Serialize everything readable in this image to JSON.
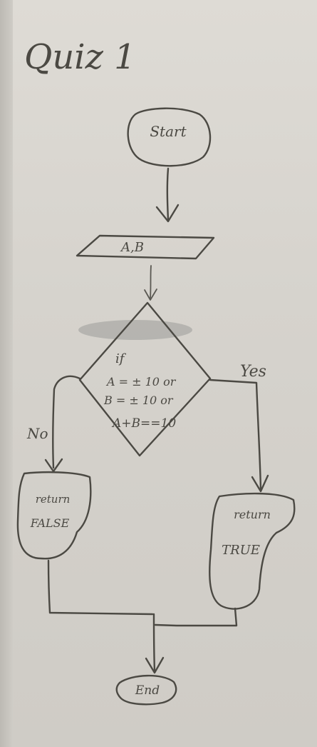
{
  "title": "Quiz 1",
  "flowchart": {
    "start": "Start",
    "input": "A,B",
    "decision_lines": [
      "if",
      "A = ± 10 or",
      "B = ± 10 or",
      "A+B==10"
    ],
    "yes_label": "Yes",
    "no_label": "No",
    "false_box": [
      "return",
      "FALSE"
    ],
    "true_box": [
      "return",
      "TRUE"
    ],
    "end": "End"
  }
}
